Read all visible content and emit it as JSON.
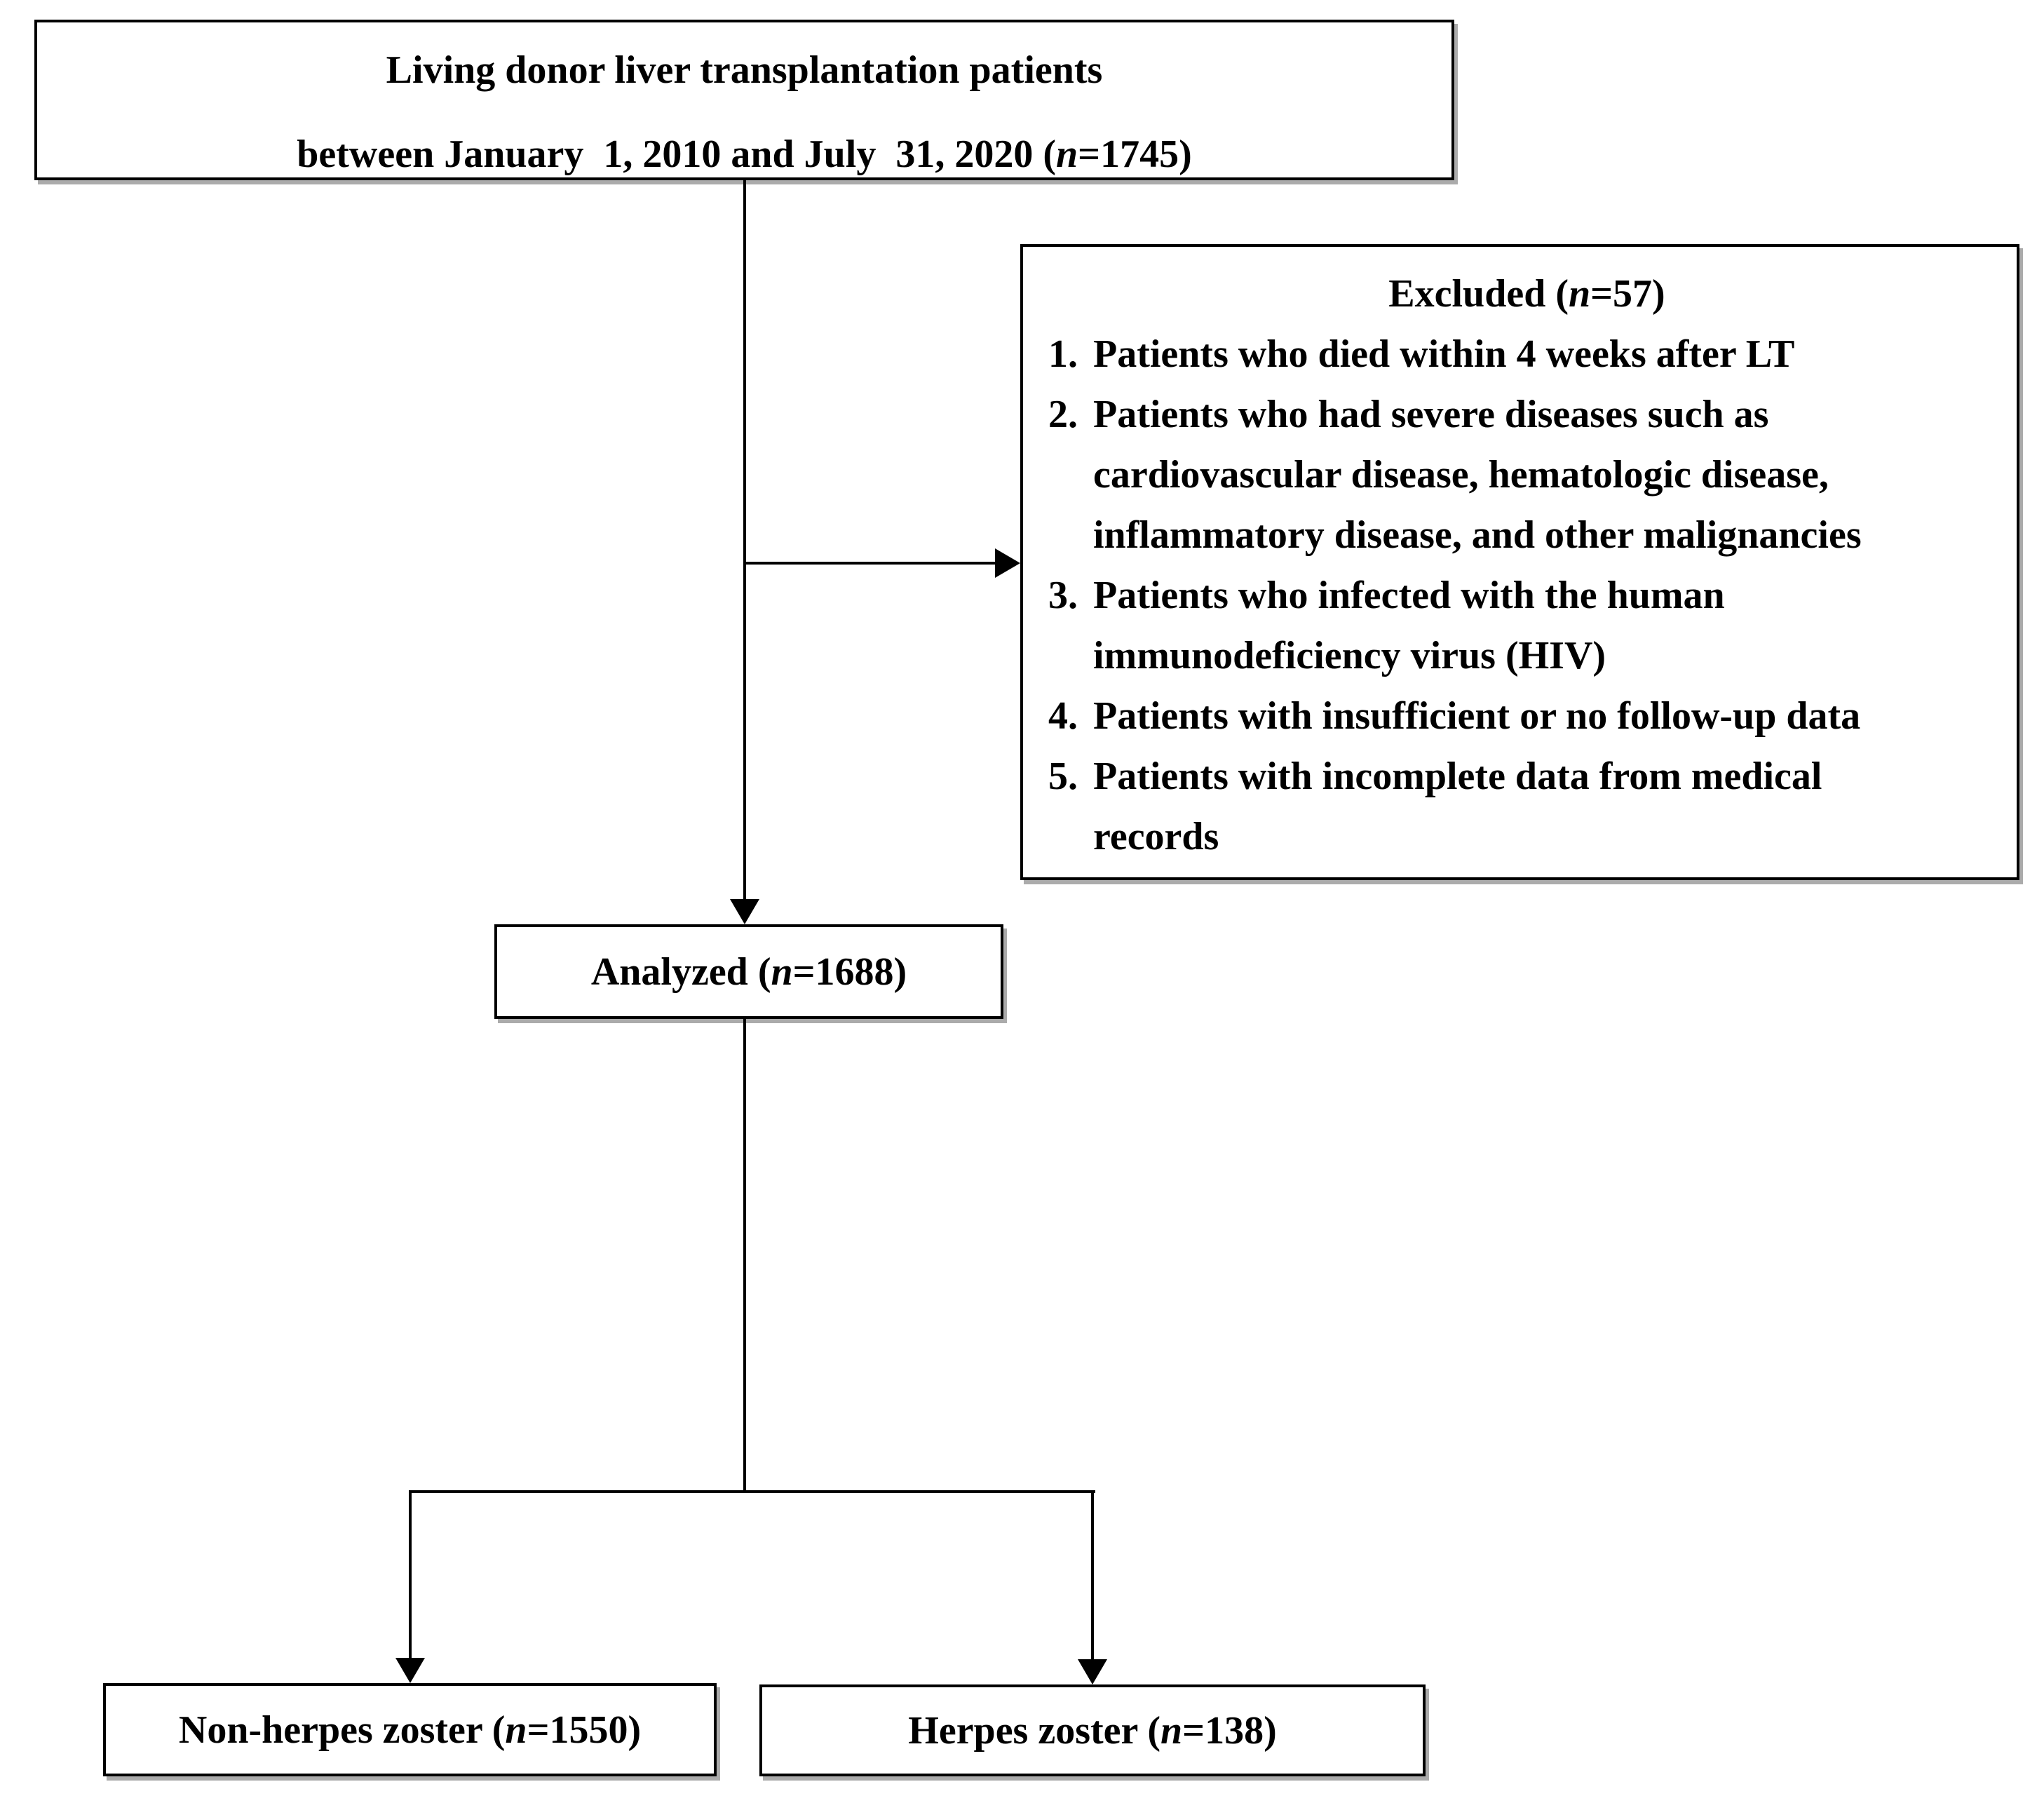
{
  "figure": {
    "type": "patient-flow-diagram",
    "background_color": "#ffffff",
    "line_color": "#000000",
    "text_color": "#000000"
  },
  "boxes": {
    "source": {
      "line1": "Living donor liver transplantation patients",
      "line2": "between January  1, 2010 and July  31, 2020 (n=1745)"
    },
    "excluded": {
      "title": "Excluded (n=57)",
      "items": [
        {
          "number": "1.",
          "lines": [
            "Patients who died within 4 weeks after LT"
          ]
        },
        {
          "number": "2.",
          "lines": [
            "Patients who had severe diseases such as",
            "cardiovascular disease, hematologic disease,",
            "inflammatory disease, and other malignancies"
          ]
        },
        {
          "number": "3.",
          "lines": [
            "Patients who infected with the human",
            "immunodeficiency virus (HIV)"
          ]
        },
        {
          "number": "4.",
          "lines": [
            "Patients with insufficient or no follow-up data"
          ]
        },
        {
          "number": "5.",
          "lines": [
            "Patients with incomplete data from medical",
            "records"
          ]
        }
      ]
    },
    "analyzed": {
      "label": "Analyzed (n=1688)"
    },
    "non_herpes": {
      "label": "Non-herpes zoster (n=1550)"
    },
    "herpes": {
      "label": "Herpes zoster (n=138)"
    }
  }
}
